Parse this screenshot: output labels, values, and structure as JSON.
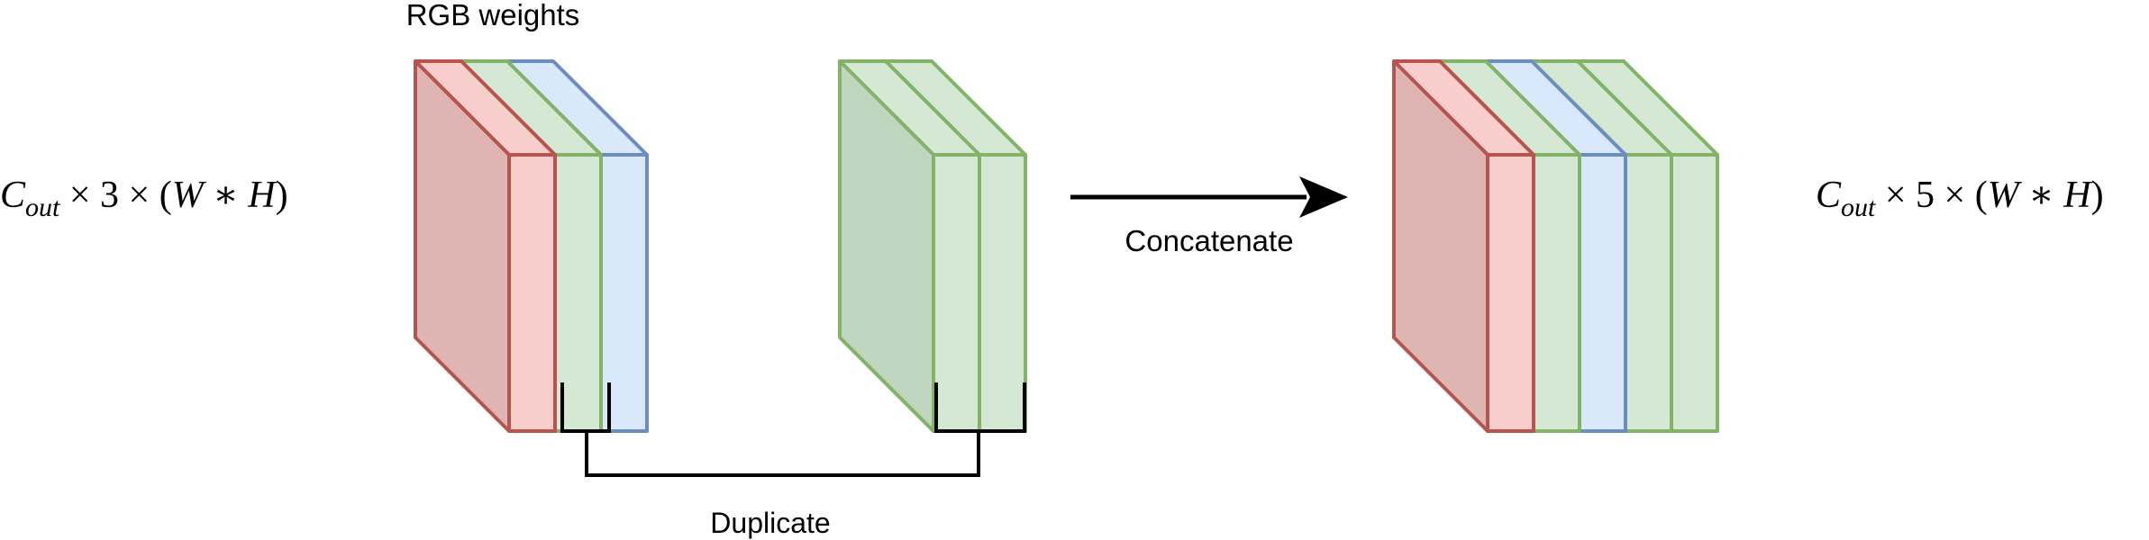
{
  "labels": {
    "rgb_weights": "RGB weights",
    "concatenate": "Concatenate",
    "duplicate": "Duplicate"
  },
  "formulas": {
    "input_shape": {
      "c": "C",
      "sub": "out",
      "rest": " × 3 × (",
      "w": "W",
      "star": " ∗ ",
      "h": "H",
      "close": ")"
    },
    "output_shape": {
      "c": "C",
      "sub": "out",
      "rest": " × 5 × (",
      "w": "W",
      "star": " ∗ ",
      "h": "H",
      "close": ")"
    }
  },
  "colors": {
    "red_stroke": "#b85450",
    "red_fill": "#f8cecc",
    "red_side": "#dfb5b4",
    "green_stroke": "#82b366",
    "green_fill": "#d5e8d4",
    "green_side": "#c1d6c1",
    "blue_stroke": "#6c8ebf",
    "blue_fill": "#dae8fc",
    "line": "#000000"
  },
  "stacks": {
    "rgb_weights": [
      "red",
      "green",
      "blue"
    ],
    "duplicated_green": [
      "green",
      "green"
    ],
    "concatenated": [
      "red",
      "green",
      "blue",
      "green",
      "green"
    ]
  }
}
